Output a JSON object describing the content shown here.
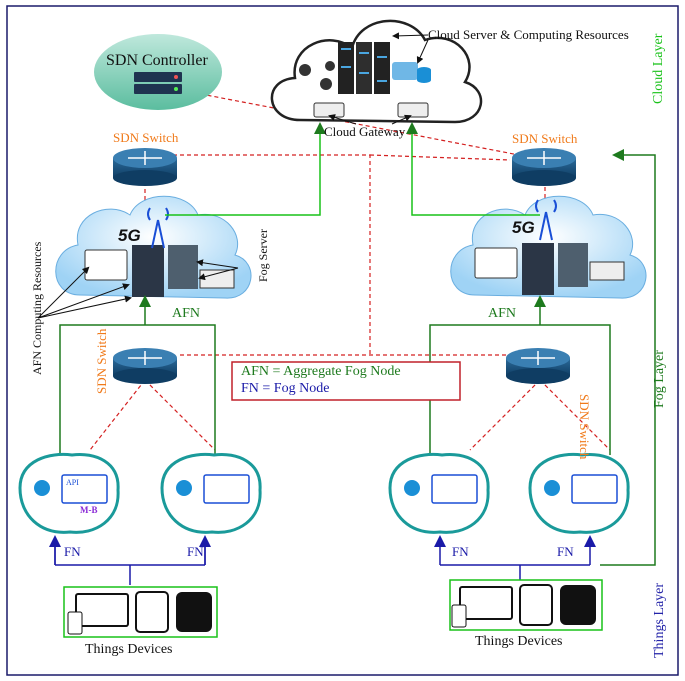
{
  "colors": {
    "cloud_layer": "#19c219",
    "fog_layer": "#1e7a1e",
    "things_layer": "#2323a8",
    "sdn_label": "#f07a1a",
    "afn_label": "#1e7a1e",
    "fn_label": "#1a1aa8",
    "red_dash": "#d42020",
    "legend_border": "#c0202a"
  },
  "labels": {
    "cloud_server": "Cloud Server & Computing Resources",
    "cloud_gateway": "Cloud Gateway",
    "sdn_controller": "SDN Controller",
    "sdn_switch_top_left": "SDN Switch",
    "sdn_switch_top_right": "SDN Switch",
    "sdn_switch_mid_left": "SDN Switch",
    "sdn_switch_mid_right": "SDN Switch",
    "fog_server": "Fog Server",
    "afn_computing": "AFN Computing Resources",
    "afn_left": "AFN",
    "afn_right": "AFN",
    "fn_1": "FN",
    "fn_2": "FN",
    "fn_3": "FN",
    "fn_4": "FN",
    "things_left": "Things Devices",
    "things_right": "Things Devices",
    "five_g_left": "5G",
    "five_g_right": "5G",
    "api": "API",
    "mb": "M-B"
  },
  "legend": {
    "afn": "AFN = Aggregate Fog Node",
    "fn": "FN = Fog Node"
  },
  "layers": {
    "cloud": "Cloud Layer",
    "fog": "Fog Layer",
    "things": "Things Layer"
  }
}
